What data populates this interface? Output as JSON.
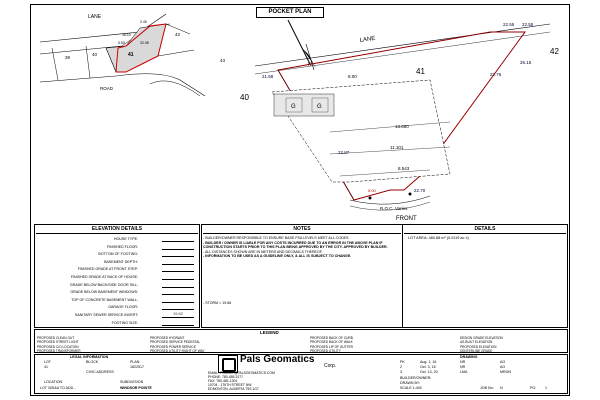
{
  "title": "POCKET PLAN",
  "key_map": {
    "lane": "LANE",
    "road": "ROAD",
    "lots": [
      "39",
      "40",
      "41",
      "42",
      "43"
    ],
    "dims": [
      "2.45",
      "36.10",
      "5.50",
      "32.98"
    ]
  },
  "site_plan": {
    "lane_label": "LANE",
    "lots": {
      "left": "40",
      "center": "41",
      "right": "42"
    },
    "dims": {
      "top_right_1": "22.55",
      "top_right_2": "22.55",
      "left_top": "21.68",
      "setback": "8.00",
      "right_side_1": "26.15",
      "right_side_2": "22.76",
      "dist1": "13.660",
      "dist2": "11.101",
      "left_mid": "22.87",
      "dist3": "8.543",
      "bottom_right": "22.70",
      "bottom_small": "5.00"
    },
    "garage_label": "G",
    "lot_label": "41",
    "row_label": "R.O.C. Varies",
    "front_label": "FRONT"
  },
  "elevation": {
    "header": "ELEVATION DETAILS",
    "rows": [
      {
        "label": "HOUSE TYPE:",
        "value": ""
      },
      {
        "label": "FINISHED FLOOR:",
        "value": ""
      },
      {
        "label": "BOTTOM OF FOOTING:",
        "value": ""
      },
      {
        "label": "BASEMENT DEPTH:",
        "value": ""
      },
      {
        "label": "FINISHED GRADE AT FRONT STEP:",
        "value": ""
      },
      {
        "label": "FINISHED GRADE AT BACK OF HOUSE:",
        "value": ""
      },
      {
        "label": "GRADE BELOW BACK/SIDE DOOR SILL:",
        "value": ""
      },
      {
        "label": "GRADE BELOW BASEMENT WINDOWS:",
        "value": ""
      },
      {
        "label": "TOP OF CONCRETE BASEMENT WALL:",
        "value": ""
      },
      {
        "label": "GARAGE FLOOR:",
        "value": ""
      },
      {
        "label": "SANITARY SEWER SERVICE INVERT:",
        "value": "19.62"
      },
      {
        "label": "FOOTING SIZE:",
        "value": ""
      }
    ]
  },
  "notes": {
    "header": "NOTES",
    "items": [
      "- BUILDER/OWNER RESPONSIBLE TO ENSURE BASE FSA LEVELS MEET ALL CODES.",
      "- BUILDER / OWNER IS LIABLE FOR ANY COSTS INCURRED DUE TO AN ERROR IN THE ABOVE PLAN IF CONSTRUCTION STARTS PRIOR TO THIS PLAN BEING APPROVED BY THE CITY. APPROVED BY BUILDER.",
      "- ALL DISTANCES SHOWN ARE IN METERS AND DECIMALS THEREOF.",
      "- INFORMATION TO BE USED AS A GUIDELINE ONLY, & ALL IS SUBJECT TO CHANGE."
    ],
    "storm": "- STORM = 19.66"
  },
  "details": {
    "header": "DETAILS",
    "lot_area": "LOT AREA: 480.88 m² (0.0119 ac ±)"
  },
  "legend": {
    "header": "LEGEND",
    "col1": [
      "PROPOSED CLEAN OUT",
      "PROPOSED STREET LIGHT",
      "PROPOSED C/O LOCATION",
      "PROPOSED TRANSFORMER"
    ],
    "col2": [
      "PROPOSED HYDRANT",
      "PROPOSED SERVICE PEDESTAL",
      "PROPOSED POWER SERVICE",
      "PROPOSED UTILITY RIGHT OF WAY"
    ],
    "col3": [
      "PROPOSED BACK OF CURB",
      "PROPOSED BACK OF WALK",
      "PROPOSED LIP OF GUTTER",
      "PROPOSED UTILITY"
    ],
    "col4": [
      "DESIGN GRADE ELEVATION",
      "AS-BUILT ELEVATION",
      "PROPOSED ELEVATION",
      "CENTERLINE GRADE"
    ]
  },
  "legal": {
    "header": "LEGAL INFORMATION",
    "cols": [
      "LOT",
      "BLOCK",
      "PLAN"
    ],
    "vals": [
      "41",
      "",
      "1822517"
    ],
    "civic": "CIVIC ADDRESS",
    "location": "LOCATION",
    "subdivision": "SUBDIVISION",
    "loc_val": "LOT 30S&A TO ADD...",
    "sub_val": "WINDSOR POINTE"
  },
  "company": {
    "name": "Pals Geomatics",
    "suffix": "Corp.",
    "email": "EMAIL: POCKET@PALSGEOMATICS.COM",
    "phone": "PHONE: 780-455-3177",
    "fax": "FAX: 780-481-1301",
    "address1": "10704 - 176TH STREET NW",
    "address2": "EDMONTON, ALBERTA T5S 1G7"
  },
  "revisions": {
    "header": "DRAWING",
    "rows": [
      [
        "PK",
        "Aug. 1, 16",
        "NR",
        "AG"
      ],
      [
        "2",
        "Oct. 3, 16",
        "NR",
        "AG"
      ],
      [
        "3",
        "Oct. 13, 20",
        "LMA",
        "MRGN"
      ]
    ],
    "builder": "BUILDER/OWNER:",
    "drawn": "DRAWN BY:",
    "checked": "CHECKED:",
    "scale": "SCALE 1:400",
    "job": "JOB No:",
    "job_val": "N",
    "pg": "PG:",
    "pg_val": "1"
  }
}
